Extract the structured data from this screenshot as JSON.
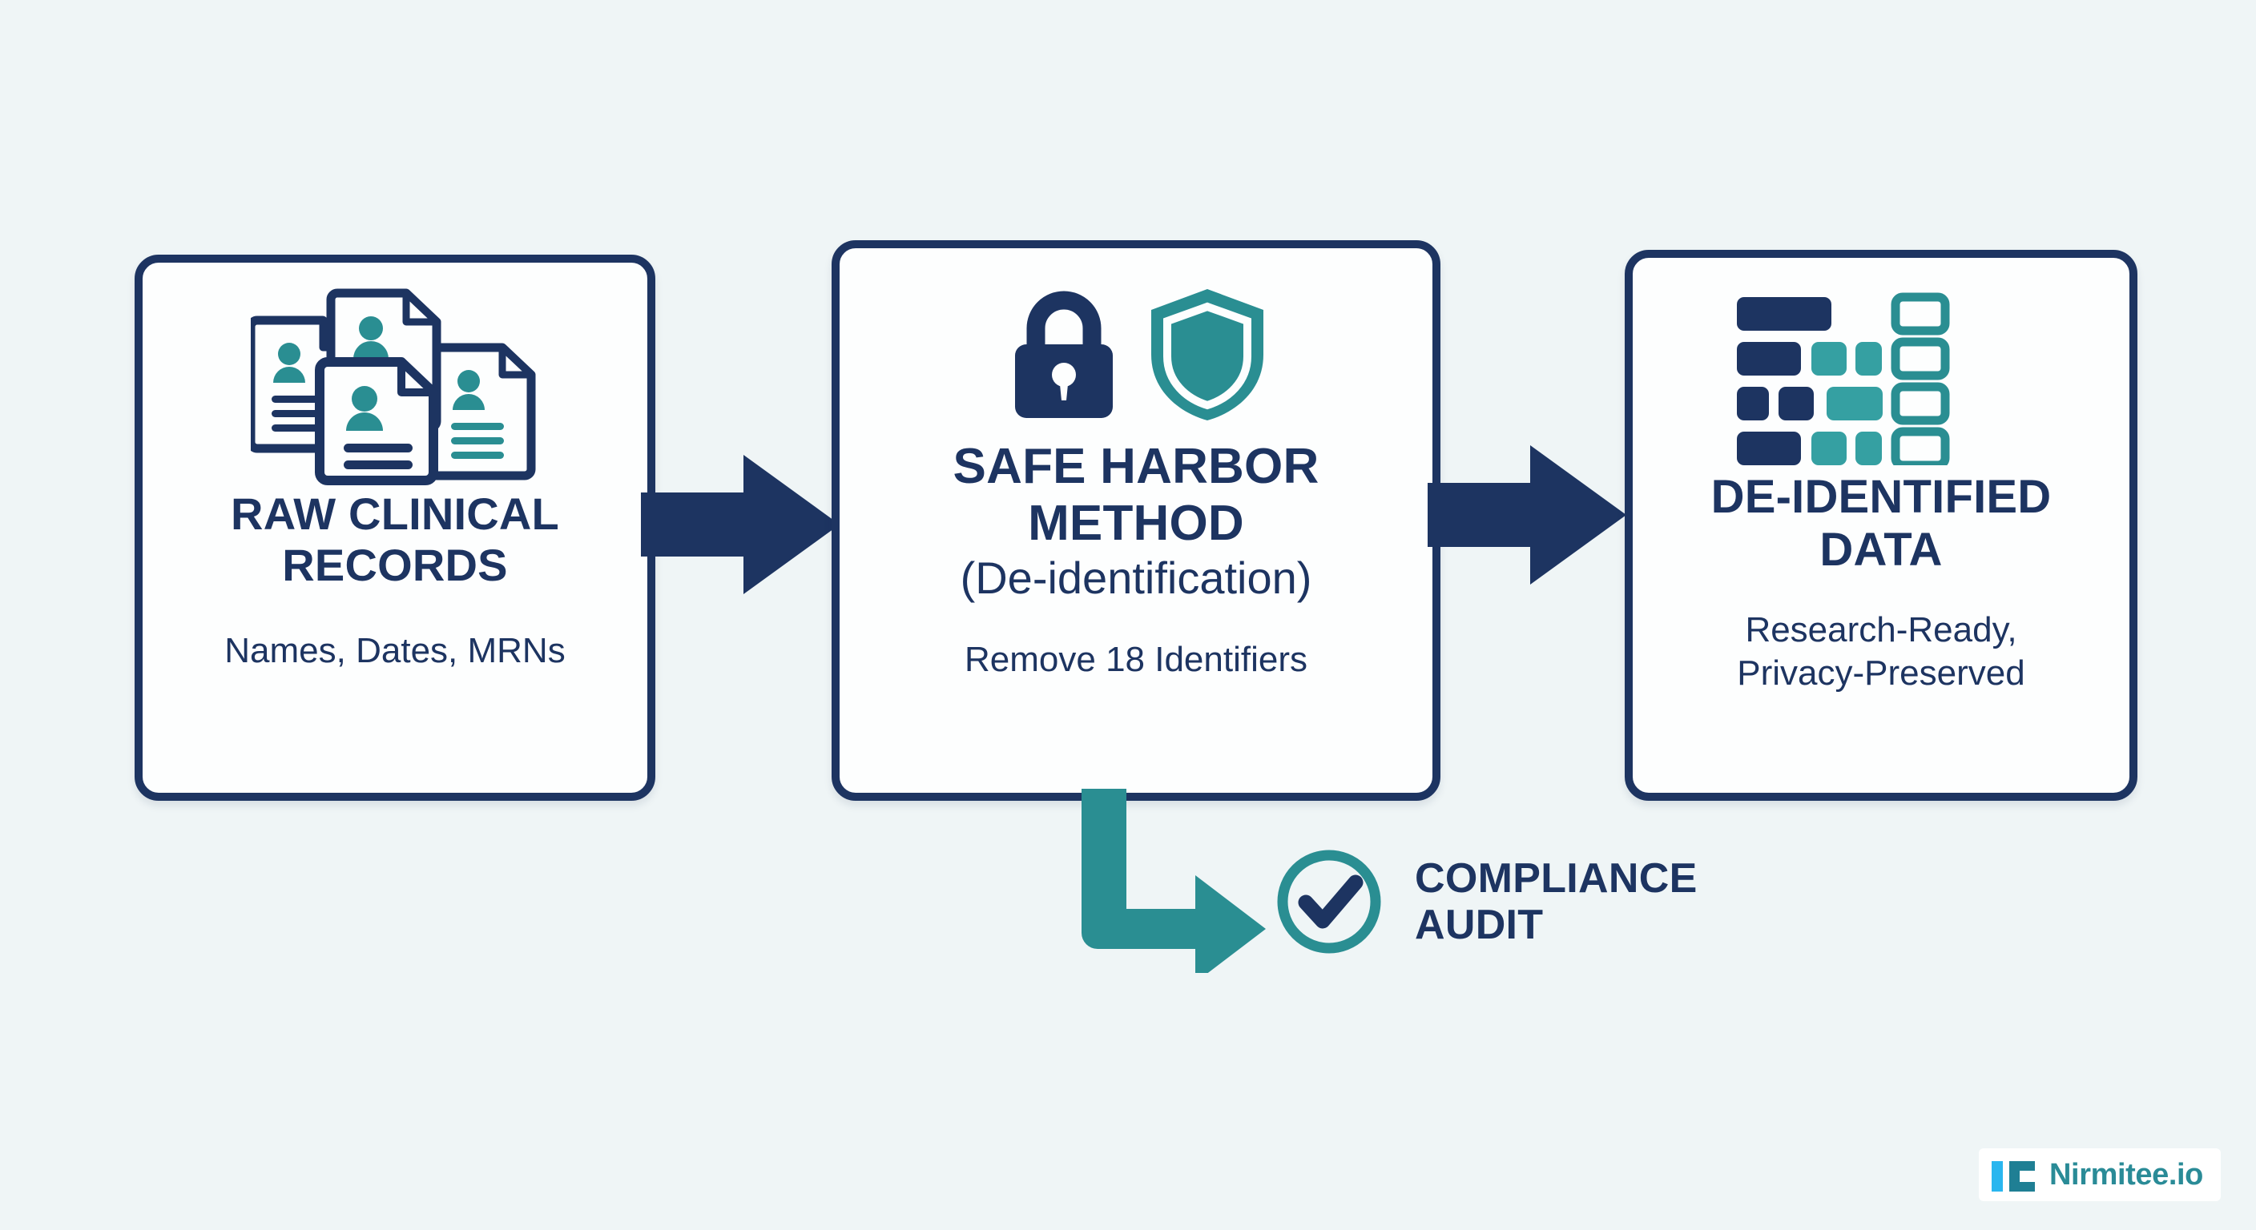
{
  "theme": {
    "background": "#eff5f6",
    "navy": "#1d3461",
    "teal": "#2a8e92",
    "teal_light": "#35a0a2",
    "cyan": "#29b6ef",
    "card_bg": "#fdfefe",
    "white": "#ffffff"
  },
  "diagram": {
    "type": "process-flow",
    "title_hidden": "HIPAA Safe Harbor De-identification Flow",
    "steps": [
      {
        "id": "raw-clinical-records",
        "title": "RAW CLINICAL RECORDS",
        "title_line1": "RAW CLINICAL",
        "title_line2": "RECORDS",
        "description": "Names, Dates, MRNs",
        "icon": "documents-with-person-icon"
      },
      {
        "id": "safe-harbor-method",
        "title": "SAFE HARBOR METHOD",
        "title_line1": "SAFE HARBOR",
        "title_line2": "METHOD",
        "subtitle": "(De-identification)",
        "description": "Remove 18 Identifiers",
        "icons": [
          "lock-icon",
          "shield-icon"
        ]
      },
      {
        "id": "de-identified-data",
        "title": "DE-IDENTIFIED DATA",
        "title_line1": "DE-IDENTIFIED",
        "title_line2": "DATA",
        "description_line1": "Research-Ready,",
        "description_line2": "Privacy-Preserved",
        "icon": "data-grid-icon"
      }
    ],
    "connectors": [
      {
        "id": "arrow-1",
        "from": "raw-clinical-records",
        "to": "safe-harbor-method",
        "style": "block-arrow-right",
        "color": "#1d3461"
      },
      {
        "id": "arrow-2",
        "from": "safe-harbor-method",
        "to": "de-identified-data",
        "style": "block-arrow-right",
        "color": "#1d3461"
      },
      {
        "id": "elbow-arrow",
        "from": "safe-harbor-method",
        "to": "compliance-audit",
        "style": "elbow-arrow-down-right",
        "color": "#2a8e92"
      }
    ],
    "branch": {
      "id": "compliance-audit",
      "label_line1": "COMPLIANCE",
      "label_line2": "AUDIT",
      "label": "COMPLIANCE AUDIT",
      "icon": "check-circle-icon"
    }
  },
  "logo": {
    "text": "Nirmitee.io",
    "mark": "nirmitee-logo-mark"
  }
}
